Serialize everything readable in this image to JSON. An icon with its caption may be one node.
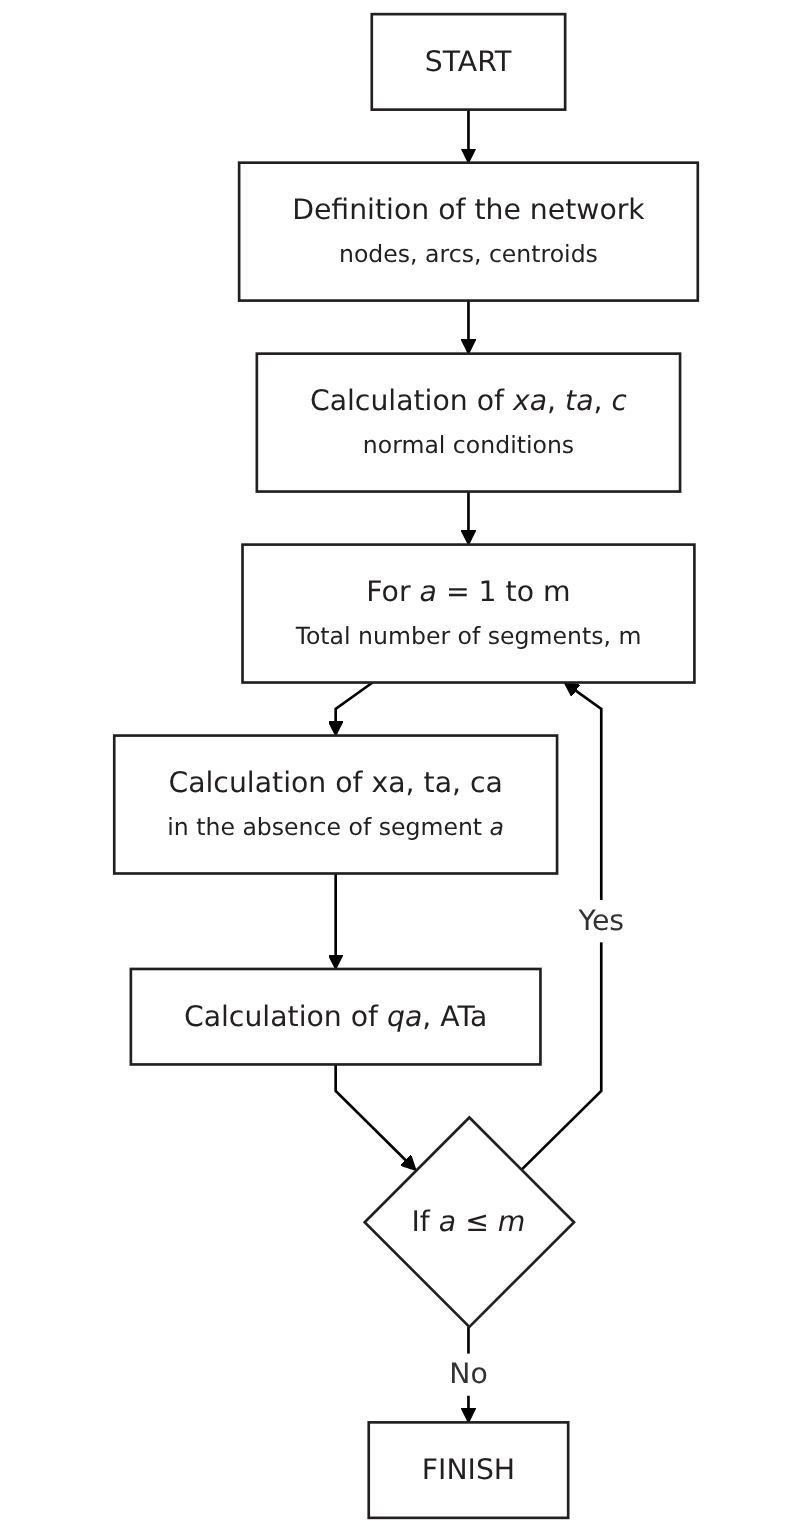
{
  "diagram": {
    "nodes": [
      {
        "text": [
          "START"
        ]
      },
      {
        "text": [
          "Definition of the network",
          "nodes, arcs, centroids"
        ]
      },
      {
        "text": [
          "Calculation of *xa*, *ta*, *c*",
          "normal conditions"
        ]
      },
      {
        "text": [
          "For *a* = 1 to m",
          "Total number of segments, m"
        ]
      },
      {
        "text": [
          "Calculation of xa, ta, ca",
          "in the absence of segment *a*"
        ]
      },
      {
        "text": [
          "Calculation of *qa*, ATa"
        ]
      },
      {
        "text": [
          "If *a* ≤ *m*"
        ]
      },
      {
        "text": [
          "FINISH"
        ]
      }
    ],
    "edges": [
      {
        "from": 0,
        "to": 1,
        "arrow": "to"
      },
      {
        "from": 1,
        "to": 2,
        "arrow": "to"
      },
      {
        "from": 2,
        "to": 3,
        "arrow": "to"
      },
      {
        "from": 3,
        "to": 4,
        "arrow": "to"
      },
      {
        "from": 4,
        "to": 5,
        "arrow": "to"
      },
      {
        "from": 5,
        "to": 6,
        "arrow": "to"
      },
      {
        "from": 6,
        "to": 3,
        "label": "Yes",
        "arrow": "to"
      },
      {
        "from": 6,
        "to": 7,
        "label": "No",
        "arrow": "to"
      }
    ]
  }
}
